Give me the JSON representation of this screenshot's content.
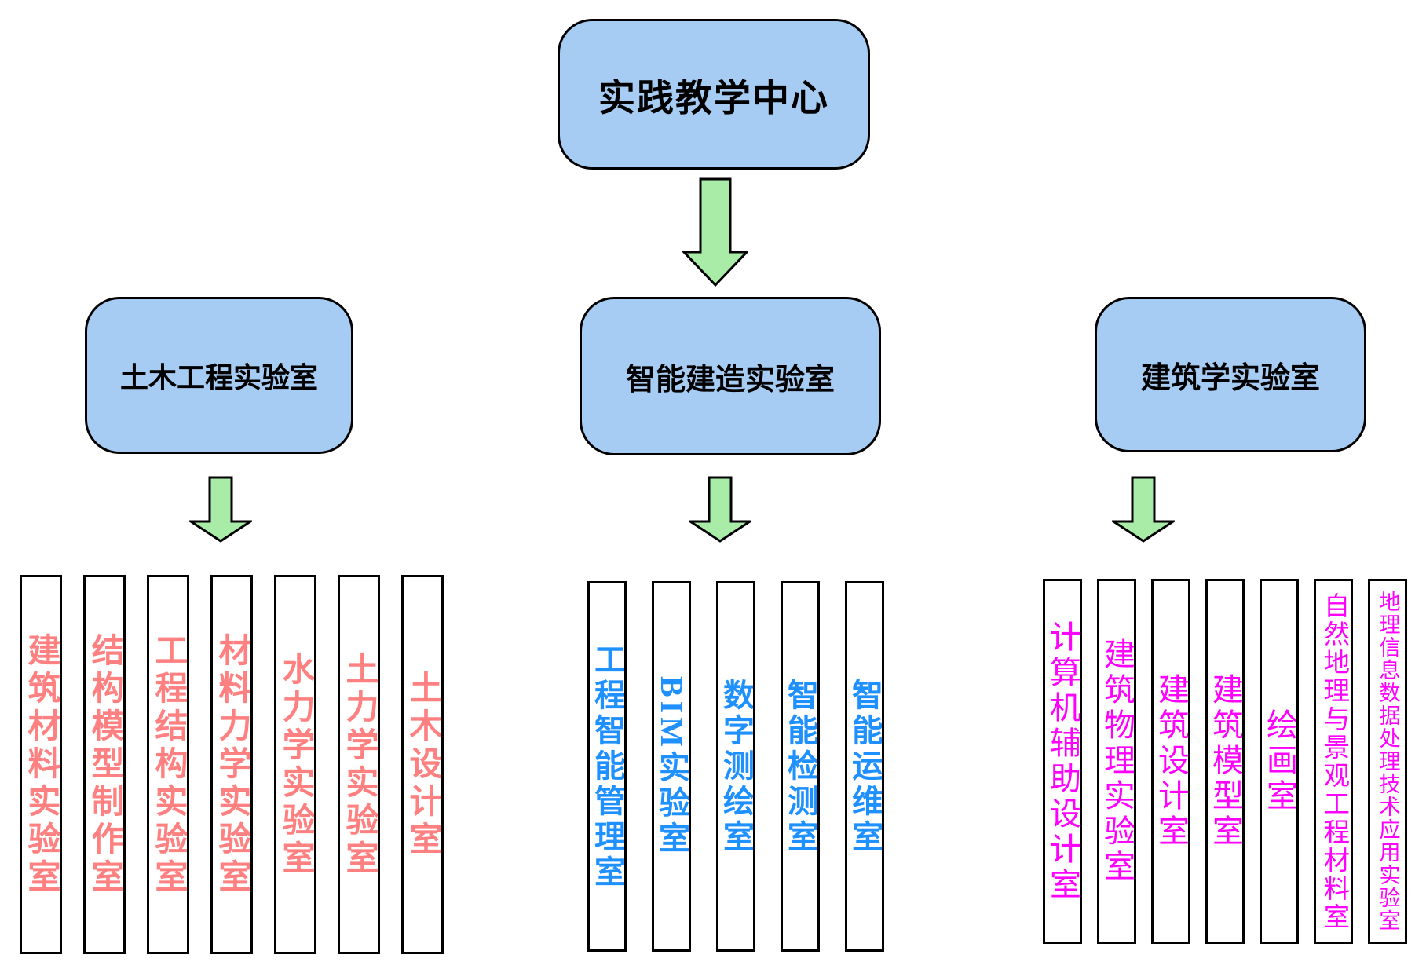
{
  "root": {
    "label": "实践教学中心"
  },
  "branches": [
    {
      "label": "土木工程实验室",
      "text_color": "#ff8080",
      "items": [
        "建筑材料实验室",
        "结构模型制作室",
        "工程结构实验室",
        "材料力学实验室",
        "水力学实验室",
        "土力学实验室",
        "土木设计室"
      ]
    },
    {
      "label": "智能建造实验室",
      "text_color": "#1e90ff",
      "items": [
        "工程智能管理室",
        "BIM实验室",
        "数字测绘室",
        "智能检测室",
        "智能运维室"
      ]
    },
    {
      "label": "建筑学实验室",
      "text_color": "#ff00ff",
      "items": [
        "计算机辅助设计室",
        "建筑物理实验室",
        "建筑设计室",
        "建筑模型室",
        "绘画室",
        "自然地理与景观工程材料室",
        "地理信息数据处理技术应用实验室"
      ]
    }
  ],
  "colors": {
    "node_fill": "#a6ccf4",
    "node_border": "#000000",
    "arrow_fill": "#a8eca8"
  }
}
